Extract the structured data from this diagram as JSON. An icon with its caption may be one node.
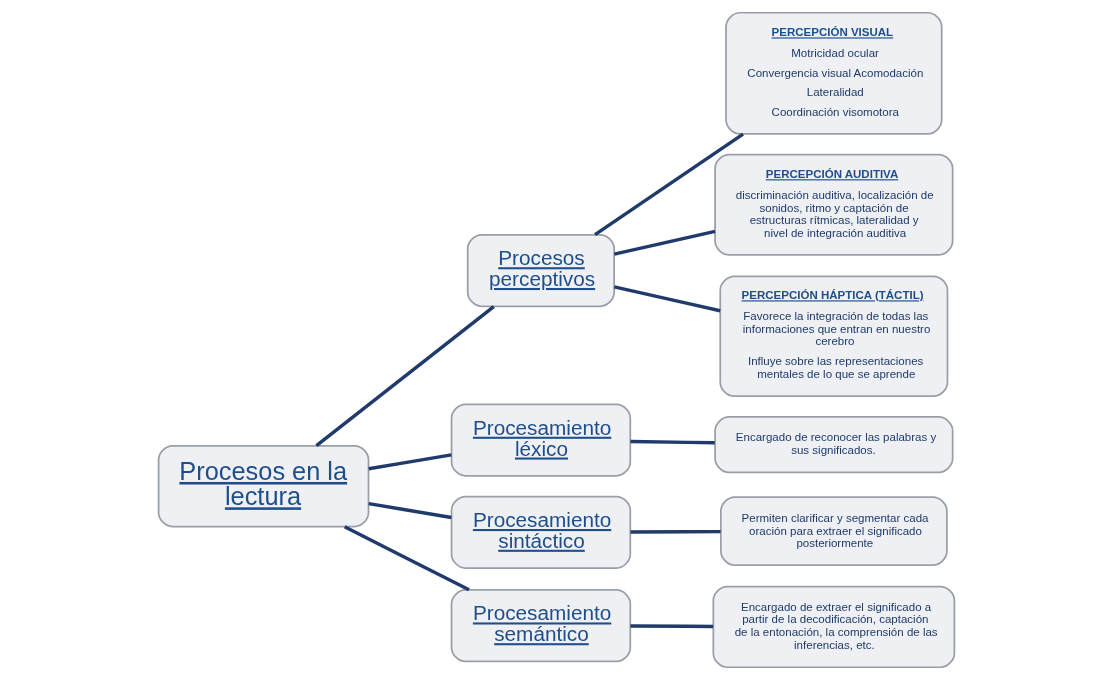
{
  "diagram": {
    "nodes": [
      {
        "text": [
          "Procesos en la lectura"
        ]
      },
      {
        "text": [
          "Procesos perceptivos"
        ]
      },
      {
        "text": [
          "PERCEPCIÓN VISUAL",
          "Motricidad ocular",
          "Convergencia visual Acomodación",
          "Lateralidad",
          "Coordinación visomotora"
        ]
      },
      {
        "text": [
          "PERCEPCIÓN AUDITIVA",
          "discriminación auditiva, localización de sonidos, ritmo y captación de estructuras rítmicas, lateralidad y nivel de integración auditiva"
        ]
      },
      {
        "text": [
          "PERCEPCIÓN HÁPTICA (TÁCTIL)",
          "Favorece la integración de todas las informaciones que entran en nuestro cerebro",
          "Influye sobre las representaciones mentales de lo que se aprende"
        ]
      },
      {
        "text": [
          "Procesamiento léxico"
        ]
      },
      {
        "text": [
          "Encargado de reconocer las palabras y sus significados."
        ]
      },
      {
        "text": [
          "Procesamiento sintáctico"
        ]
      },
      {
        "text": [
          "Permiten clarificar y segmentar cada oración para extraer el significado posteriormente"
        ]
      },
      {
        "text": [
          "Procesamiento semántico"
        ]
      },
      {
        "text": [
          "Encargado de extraer el significado a partir de la decodificación, captación de la entonación, la comprensión de las inferencias, etc."
        ]
      }
    ],
    "edges": [
      {
        "from": 0,
        "to": 1,
        "arrow": "none"
      },
      {
        "from": 0,
        "to": 5,
        "arrow": "none"
      },
      {
        "from": 0,
        "to": 7,
        "arrow": "none"
      },
      {
        "from": 0,
        "to": 9,
        "arrow": "none"
      },
      {
        "from": 1,
        "to": 2,
        "arrow": "none"
      },
      {
        "from": 1,
        "to": 3,
        "arrow": "none"
      },
      {
        "from": 1,
        "to": 4,
        "arrow": "none"
      },
      {
        "from": 5,
        "to": 6,
        "arrow": "none"
      },
      {
        "from": 7,
        "to": 8,
        "arrow": "none"
      },
      {
        "from": 9,
        "to": 10,
        "arrow": "none"
      }
    ]
  }
}
